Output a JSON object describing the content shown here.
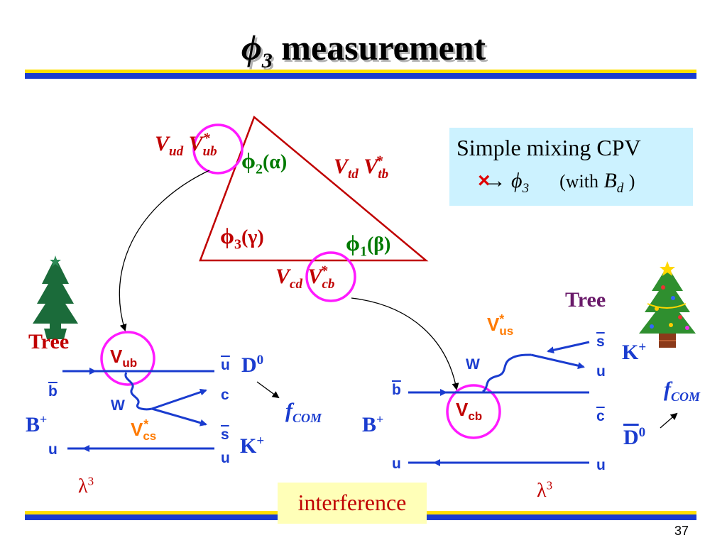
{
  "slide": {
    "title_symbol": "ϕ",
    "title_sub": "3",
    "title_text": "measurement",
    "page_number": "37"
  },
  "triangle": {
    "vud_vub": {
      "v1": "V",
      "s1": "ud",
      "v2": "V",
      "s2": "ub",
      "star": "*"
    },
    "vtd_vtb": {
      "v1": "V",
      "s1": "td",
      "v2": "V",
      "s2": "tb",
      "star": "*"
    },
    "vcd_vcb": {
      "v1": "V",
      "s1": "cd",
      "v2": "V",
      "s2": "cb",
      "star": "*"
    },
    "phi1": {
      "sym": "ϕ",
      "sub": "1",
      "alt": "(β)"
    },
    "phi2": {
      "sym": "ϕ",
      "sub": "2",
      "alt": "(α)"
    },
    "phi3": {
      "sym": "ϕ",
      "sub": "3",
      "alt": "(γ)"
    }
  },
  "mixing_box": {
    "line1": "Simple mixing CPV",
    "cross": "×",
    "arrow": "→",
    "phi": "ϕ",
    "phi_sub": "3",
    "with_open": "(with",
    "bd": "B",
    "bd_sub": "d",
    "with_close": ")"
  },
  "left_diagram": {
    "tree_label": "Tree",
    "vub": {
      "v": "V",
      "sub": "ub"
    },
    "vcs": {
      "v": "V",
      "sub": "cs",
      "star": "*"
    },
    "w": "W",
    "b": "b",
    "u_bottom": "u",
    "b_plus": "B",
    "b_plus_sup": "+",
    "quark_u_top": "u",
    "quark_c": "c",
    "quark_s": "s",
    "quark_u_bot": "u",
    "d0": "D",
    "d0_sup": "0",
    "k_plus": "K",
    "k_plus_sup": "+",
    "fcom": "f",
    "fcom_sub": "COM",
    "lambda": "λ",
    "lambda_sup": "3"
  },
  "right_diagram": {
    "tree_label": "Tree",
    "vus": {
      "v": "V",
      "sub": "us",
      "star": "*"
    },
    "vcb": {
      "v": "V",
      "sub": "cb"
    },
    "w": "W",
    "b": "b",
    "u_bottom": "u",
    "b_plus": "B",
    "b_plus_sup": "+",
    "quark_s": "s",
    "quark_u": "u",
    "quark_c": "c",
    "quark_u_bot": "u",
    "k_plus": "K",
    "k_plus_sup": "+",
    "d0bar": "D",
    "d0bar_sup": "0",
    "fcom": "f",
    "fcom_sub": "COM",
    "lambda": "λ",
    "lambda_sup": "3"
  },
  "interference_label": "interference",
  "colors": {
    "accent_blue": "#1a3ccf",
    "accent_yellow": "#ffe000",
    "red": "#c00000",
    "magenta": "#ff1aff",
    "green": "#007a00",
    "purple": "#6a1a6a"
  }
}
